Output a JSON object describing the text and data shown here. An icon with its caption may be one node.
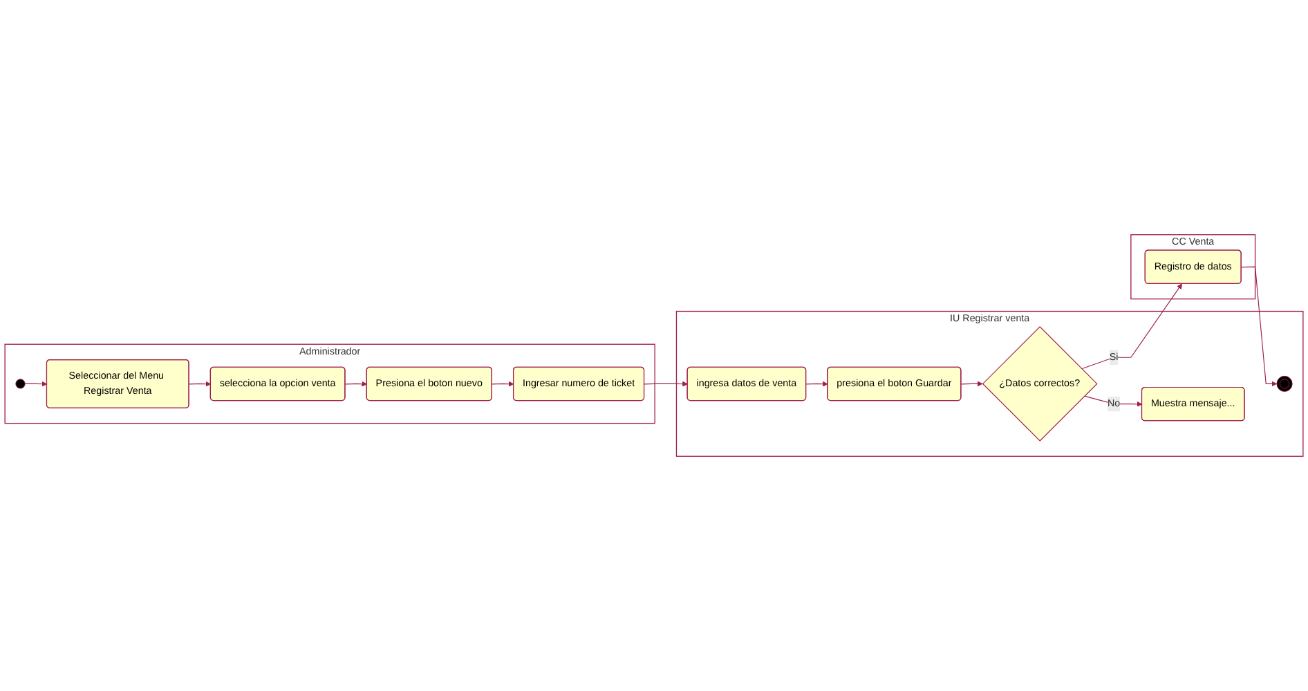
{
  "diagram": {
    "nodes": [
      {
        "text": [
          "Administrador"
        ]
      },
      {
        "text": [
          "IU Registrar venta"
        ]
      },
      {
        "text": [
          "CC Venta"
        ]
      },
      {
        "text": [],
        "shape": "circle",
        "in": 0
      },
      {
        "text": [
          "Seleccionar del Menu Registrar Venta"
        ],
        "in": 0
      },
      {
        "text": [
          "selecciona la opcion venta"
        ],
        "in": 0
      },
      {
        "text": [
          "Presiona el boton nuevo"
        ],
        "in": 0
      },
      {
        "text": [
          "Ingresar numero de ticket"
        ],
        "in": 0
      },
      {
        "text": [
          "ingresa datos de venta"
        ],
        "in": 1
      },
      {
        "text": [
          "presiona el boton Guardar"
        ],
        "in": 1
      },
      {
        "text": [
          "¿Datos correctos?"
        ],
        "in": 1
      },
      {
        "text": [
          "Muestra mensaje..."
        ],
        "in": 1
      },
      {
        "text": [],
        "shape": "circle",
        "in": 1
      },
      {
        "text": [
          "Registro de datos"
        ],
        "in": 2
      }
    ],
    "edges": [
      {
        "from": 3,
        "to": 4,
        "arrow": "to"
      },
      {
        "from": 4,
        "to": 5,
        "arrow": "to"
      },
      {
        "from": 5,
        "to": 6,
        "arrow": "to"
      },
      {
        "from": 6,
        "to": 7,
        "arrow": "to"
      },
      {
        "from": 7,
        "to": 8,
        "arrow": "to"
      },
      {
        "from": 8,
        "to": 9,
        "arrow": "to"
      },
      {
        "from": 9,
        "to": 10,
        "arrow": "to"
      },
      {
        "from": 10,
        "to": 13,
        "label": "Si",
        "arrow": "to"
      },
      {
        "from": 10,
        "to": 11,
        "label": "No",
        "arrow": "to"
      },
      {
        "from": 13,
        "to": 12,
        "arrow": "to"
      }
    ]
  }
}
